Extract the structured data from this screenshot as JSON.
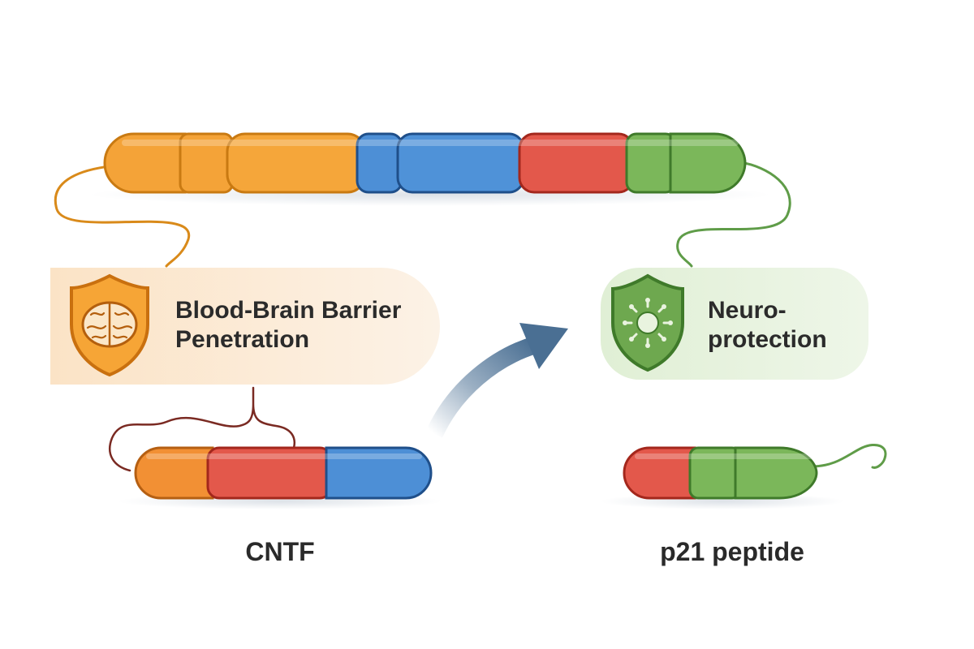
{
  "colors": {
    "orange": "#f4a338",
    "orange_dark": "#c97a12",
    "blue": "#4d8fd6",
    "blue_dark": "#1f4f8a",
    "red": "#e3584b",
    "red_dark": "#a3271c",
    "green": "#7bb75a",
    "green_dark": "#3f7a2a",
    "arrow": "#4a6f93",
    "bbb_panel": "#fbead3",
    "neuro_panel": "#e6f2dc",
    "tether_orange": "#d98a1a",
    "tether_green": "#5f9c48",
    "tether_red": "#7a2a22"
  },
  "labels": {
    "bbb_line1": "Blood-Brain Barrier",
    "bbb_line2": "Penetration",
    "neuro_line1": "Neuro-",
    "neuro_line2": "protection",
    "cntf": "CNTF",
    "p21": "p21 peptide"
  },
  "icons": {
    "bbb": "shield-brain-icon",
    "neuro": "shield-virus-icon",
    "transition": "curved-arrow-icon"
  }
}
